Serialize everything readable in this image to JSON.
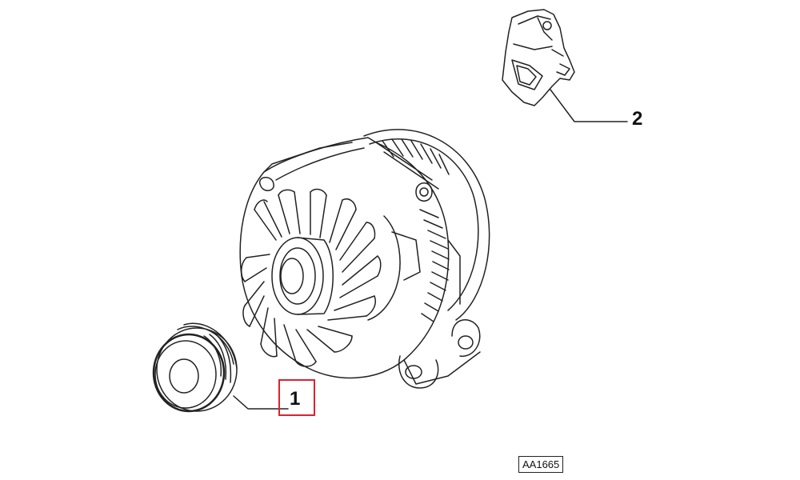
{
  "diagram": {
    "parts": [
      {
        "number": "1",
        "part": "pulley",
        "highlighted": true
      },
      {
        "number": "2",
        "part": "voltage-regulator",
        "highlighted": false
      }
    ],
    "main_assembly": "alternator",
    "reference_code": "AA1665",
    "highlight_color": "#d9232e",
    "line_color": "#111111"
  }
}
